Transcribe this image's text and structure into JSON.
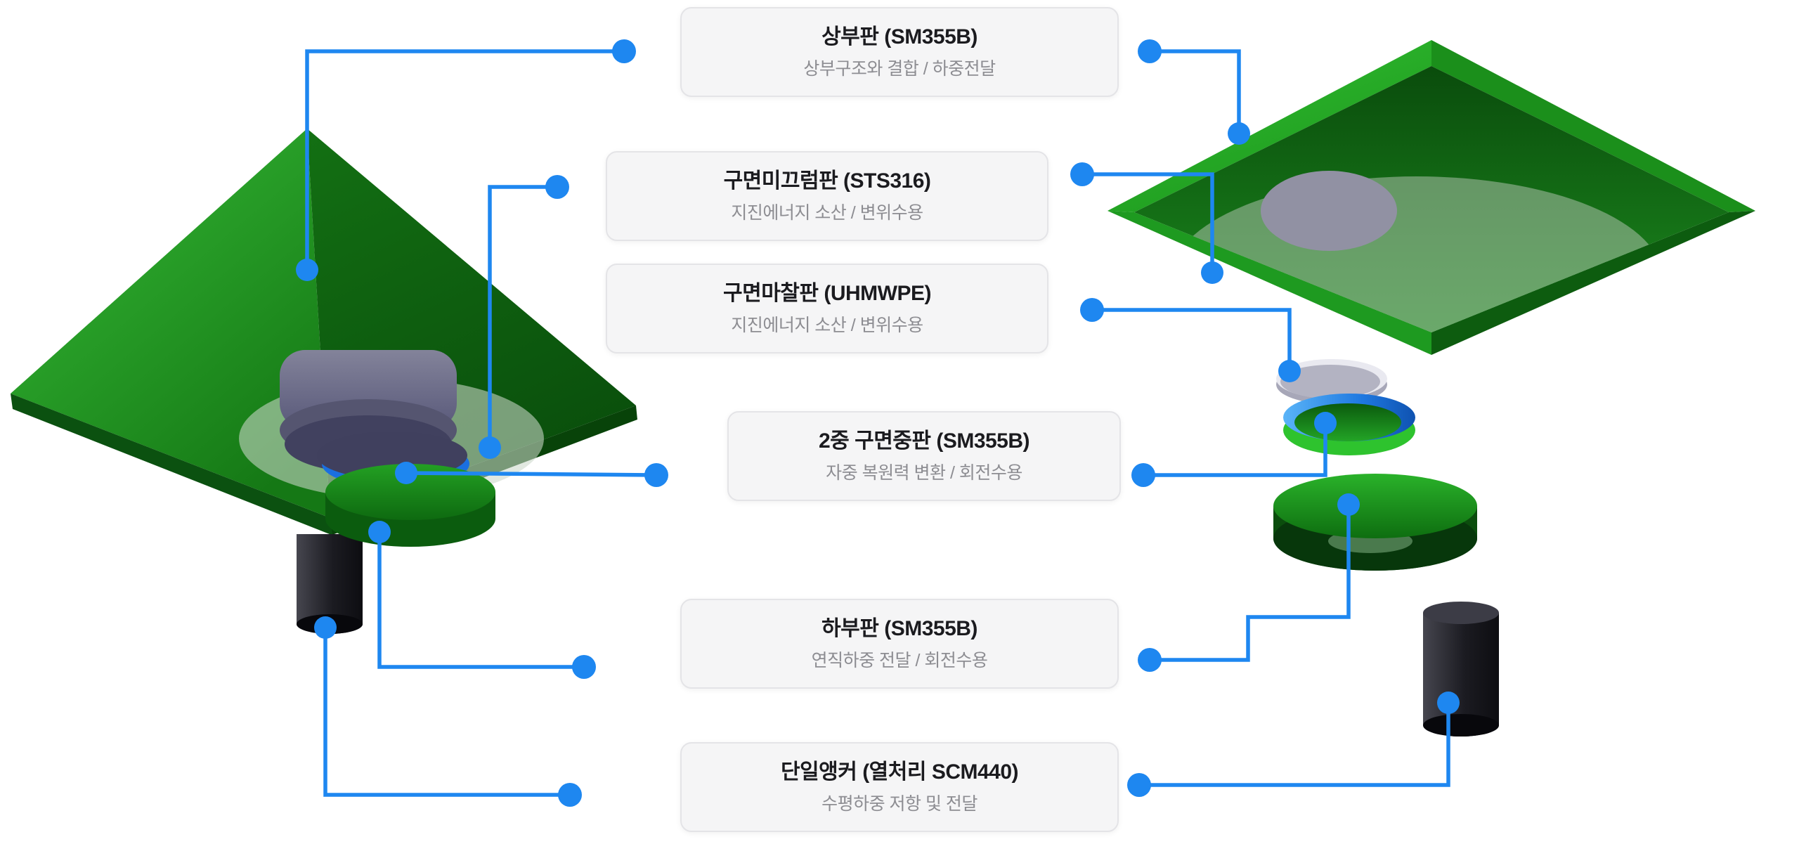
{
  "labels": [
    {
      "title": "상부판 (SM355B)",
      "subtitle": "상부구조와 결합 / 하중전달"
    },
    {
      "title": "구면미끄럼판 (STS316)",
      "subtitle": "지진에너지 소산 / 변위수용"
    },
    {
      "title": "구면마찰판 (UHMWPE)",
      "subtitle": "지진에너지 소산 / 변위수용"
    },
    {
      "title": "2중 구면중판 (SM355B)",
      "subtitle": "자중 복원력 변환 / 회전수용"
    },
    {
      "title": "하부판 (SM355B)",
      "subtitle": "연직하중 전달 / 회전수용"
    },
    {
      "title": "단일앵커 (열처리 SCM440)",
      "subtitle": "수평하중 저항 및 전달"
    }
  ],
  "models": {
    "left": {
      "name": "assembled-bearing-render"
    },
    "right": {
      "name": "exploded-bearing-render"
    }
  },
  "colors": {
    "callout_blue": "#1e87f0",
    "green_bright": "#2db42d",
    "green_dark": "#0a4c0c",
    "ring_blue": "#2196f3",
    "metal_gray": "#9494a6",
    "anchor_black": "#1c1c22",
    "card_bg": "#f5f5f6",
    "card_border": "#e4e4e7",
    "title_text": "#1b1b1f",
    "subtitle_text": "#8d8d92",
    "background": "#ffffff"
  }
}
